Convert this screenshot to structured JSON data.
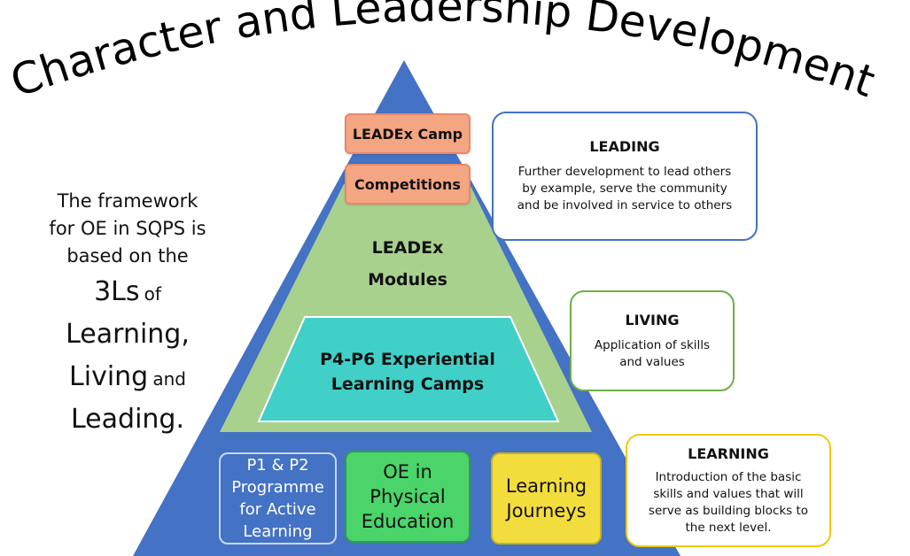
{
  "title": "Character and Leadership Development",
  "intro": {
    "line1": "The framework",
    "line2": "for OE in SQPS is",
    "line3": "based on the",
    "three_ls": "3Ls",
    "of": "of",
    "learning": "Learning,",
    "living": "Living",
    "and": "and",
    "leading": "Leading."
  },
  "pyramid": {
    "top_tier": [
      "LEADEx Camp",
      "Competitions"
    ],
    "modules": [
      "LEADEx",
      "Modules"
    ],
    "camps": [
      "P4-P6 Experiential",
      "Learning Camps"
    ],
    "base": [
      {
        "lines": [
          "P1 & P2",
          "Programme",
          "for Active",
          "Learning"
        ]
      },
      {
        "lines": [
          "OE in",
          "Physical",
          "Education"
        ]
      },
      {
        "lines": [
          "Learning",
          "Journeys"
        ]
      }
    ]
  },
  "levels": {
    "leading": {
      "title": "LEADING",
      "desc": [
        "Further development to lead others",
        "by example, serve the community",
        "and be involved in service to others"
      ]
    },
    "living": {
      "title": "LIVING",
      "desc": [
        "Application of skills",
        "and values"
      ]
    },
    "learning": {
      "title": "LEARNING",
      "desc": [
        "Introduction of the basic",
        "skills and values that will",
        "serve as building blocks to",
        "the next level."
      ]
    }
  },
  "colors": {
    "pyramid_blue": "#4472c4",
    "modules_green": "#a9d18e",
    "camps_teal": "#40d0c8",
    "pill_salmon": "#f4a582",
    "base_blue": "#4472c4",
    "base_green": "#4ad46a",
    "base_yellow": "#f2dd3c",
    "leading_border": "#4472c4",
    "living_border": "#70ad47",
    "learning_border": "#f2c80f"
  }
}
